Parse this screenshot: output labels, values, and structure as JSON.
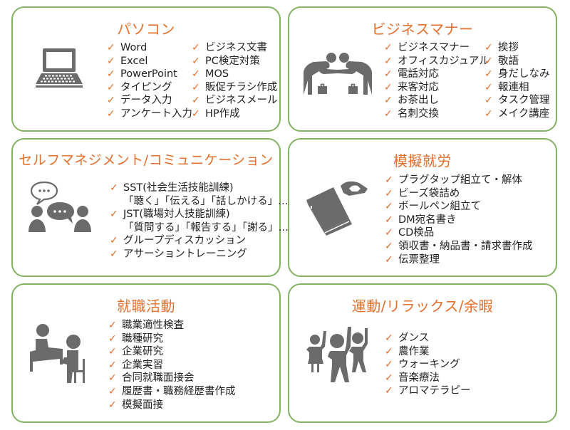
{
  "accent_color": "#e2702c",
  "border_color": "#84b262",
  "icon_color": "#6b6b6b",
  "check_glyph": "✓",
  "cards": [
    {
      "title": "パソコン",
      "icon": "laptop-icon",
      "columns": [
        [
          "Word",
          "Excel",
          "PowerPoint",
          "タイピング",
          "データ入力",
          "アンケート入力"
        ],
        [
          "ビジネス文書",
          "PC検定対策",
          "MOS",
          "販促チラシ作成",
          "ビジネスメール",
          "HP作成"
        ]
      ]
    },
    {
      "title": "ビジネスマナー",
      "icon": "bowing-people-icon",
      "columns": [
        [
          "ビジネスマナー",
          "オフィスカジュアル",
          "電話対応",
          "来客対応",
          "お茶出し",
          "名刺交換"
        ],
        [
          "挨拶",
          "敬語",
          "身だしなみ",
          "報連相",
          "タスク管理",
          "メイク講座"
        ]
      ]
    },
    {
      "title": "セルフマネジメント/コミュニケーション",
      "icon": "conversation-icon",
      "items": [
        {
          "text": "SST(社会生活技能訓練)",
          "check": true
        },
        {
          "text": "「聴く」「伝える」「話しかける」…",
          "check": false
        },
        {
          "text": "JST(職場対人技能訓練)",
          "check": true
        },
        {
          "text": "「質問する」「報告する」「謝る」…",
          "check": false
        },
        {
          "text": "グループディスカッション",
          "check": true
        },
        {
          "text": "アサーショントレーニング",
          "check": true
        }
      ]
    },
    {
      "title": "模擬就労",
      "icon": "binder-punch-icon",
      "items": [
        "プラグタップ組立て・解体",
        "ビーズ袋詰め",
        "ボールペン組立て",
        "DM宛名書き",
        "CD検品",
        "領収書・納品書・請求書作成",
        "伝票整理"
      ]
    },
    {
      "title": "就職活動",
      "icon": "interview-icon",
      "items": [
        "職業適性検査",
        "職種研究",
        "企業研究",
        "企業実習",
        "合同就職面接会",
        "履歴書・職務経歴書作成",
        "模擬面接"
      ]
    },
    {
      "title": "運動/リラックス/余暇",
      "icon": "exercise-people-icon",
      "items": [
        "ダンス",
        "農作業",
        "ウォーキング",
        "音楽療法",
        "アロマテラピー"
      ]
    }
  ]
}
